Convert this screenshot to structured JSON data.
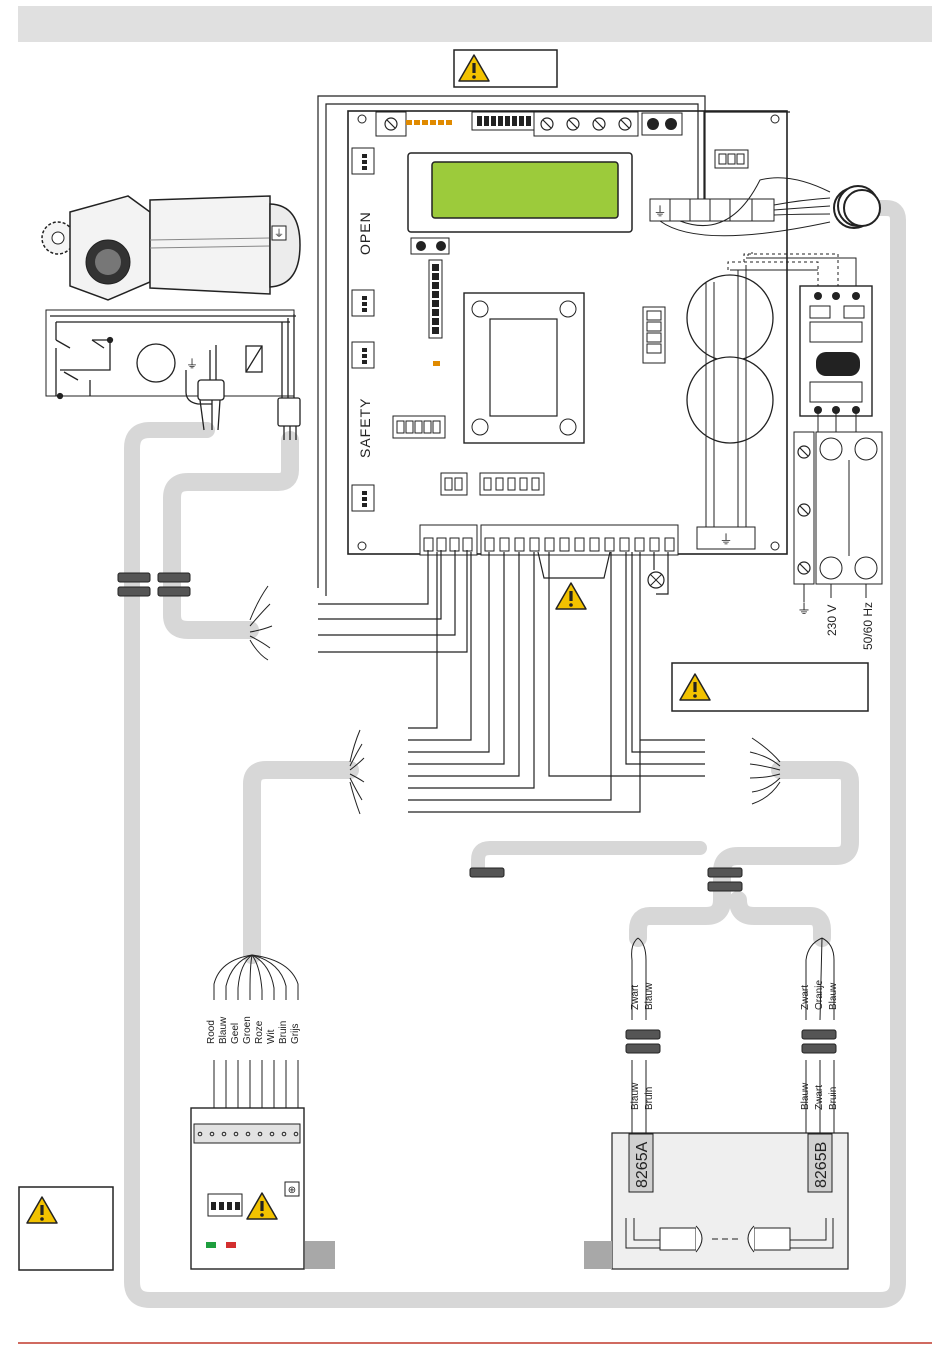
{
  "board": {
    "open_label": "OPEN",
    "safety_label": "SAFETY"
  },
  "mains": {
    "voltage": "230 V",
    "frequency": "50/60 Hz"
  },
  "receiver_wires": [
    "Rood",
    "Blauw",
    "Geel",
    "Groen",
    "Roze",
    "Wit",
    "Bruin",
    "Grijs"
  ],
  "photocell_a": {
    "model": "8265A",
    "wires_top": [
      "Zwart",
      "Blauw"
    ],
    "wires_bottom": [
      "Blauw",
      "Bruin"
    ]
  },
  "photocell_b": {
    "model": "8265B",
    "wires_top": [
      "Zwart",
      "Oranje",
      "Blauw"
    ],
    "wires_bottom": [
      "Blauw",
      "Zwart",
      "Bruin"
    ]
  },
  "colors": {
    "lcd": "#9ccb3b",
    "cable": "#d7d7d7",
    "accent_line": "#c0392b",
    "warning": "#f2c200",
    "led_green": "#1e9e3e",
    "led_red": "#d32f2f"
  }
}
